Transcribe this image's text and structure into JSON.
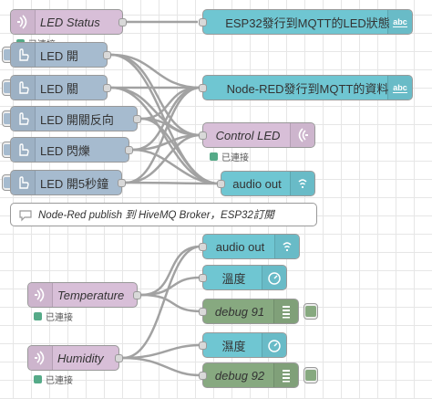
{
  "nodes": {
    "led_status": {
      "label": "LED Status"
    },
    "led_on": {
      "label": "LED 開"
    },
    "led_off": {
      "label": "LED 關"
    },
    "led_toggle": {
      "label": "LED 開關反向"
    },
    "led_blink": {
      "label": "LED 閃爍"
    },
    "led_on5": {
      "label": "LED 開5秒鐘"
    },
    "text_esp32": {
      "label": "ESP32發行到MQTT的LED狀態",
      "badge": "abc"
    },
    "text_nodered": {
      "label": "Node-RED發行到MQTT的資料",
      "badge": "abc"
    },
    "control_led": {
      "label": "Control LED"
    },
    "audio_out_1": {
      "label": "audio out"
    },
    "comment": {
      "label": "Node-Red publish 到 HiveMQ Broker，ESP32訂閱"
    },
    "temperature": {
      "label": "Temperature"
    },
    "humidity": {
      "label": "Humidity"
    },
    "audio_out_2": {
      "label": "audio out"
    },
    "gauge_temp": {
      "label": "溫度"
    },
    "debug91": {
      "label": "debug 91"
    },
    "gauge_hum": {
      "label": "濕度"
    },
    "debug92": {
      "label": "debug 92"
    }
  },
  "status": {
    "connected": "已連接"
  },
  "colors": {
    "inject": "#a6bbcf",
    "mqtt": "#d8bfd8",
    "dashboard": "#6fc6d2",
    "debug": "#87a980",
    "status_ok": "#55aa88"
  }
}
